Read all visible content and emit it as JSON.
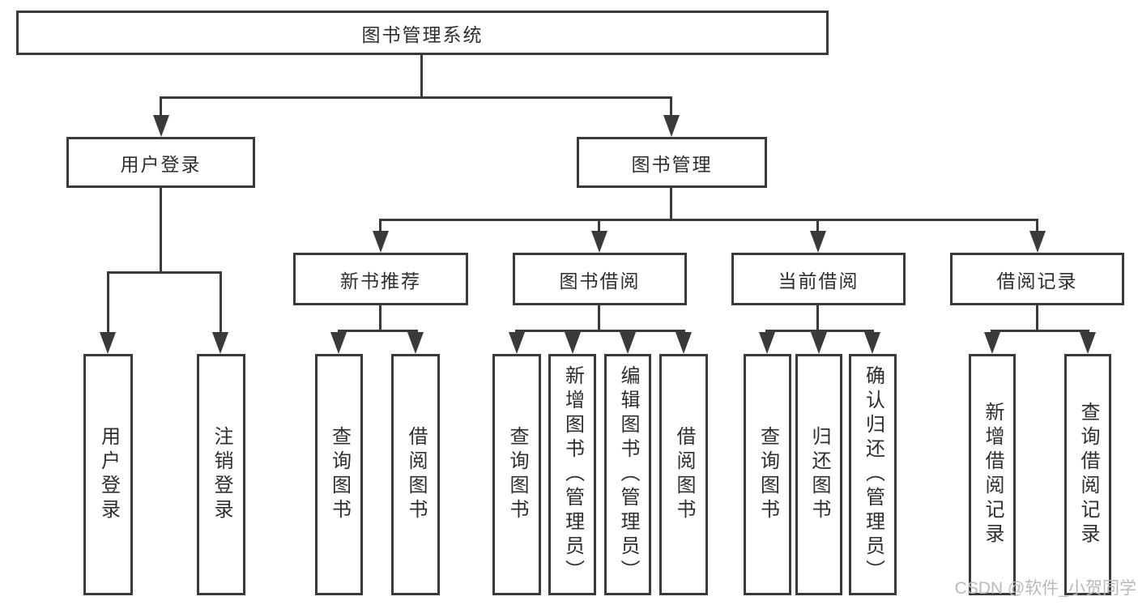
{
  "diagram_title": "图书管理系统",
  "tree": {
    "root": "图书管理系统",
    "level2": [
      {
        "label": "用户登录",
        "leaves": [
          "用户登录",
          "注销登录"
        ]
      },
      {
        "label": "图书管理",
        "groups": [
          {
            "label": "新书推荐",
            "leaves": [
              "查询图书",
              "借阅图书"
            ]
          },
          {
            "label": "图书借阅",
            "leaves": [
              "查询图书",
              "新增图书（管理员）",
              "编辑图书（管理员）",
              "借阅图书"
            ]
          },
          {
            "label": "当前借阅",
            "leaves": [
              "查询图书",
              "归还图书",
              "确认归还（管理员）"
            ]
          },
          {
            "label": "借阅记录",
            "leaves": [
              "新增借阅记录",
              "查询借阅记录"
            ]
          }
        ]
      }
    ]
  },
  "watermark": "CSDN @软件_小贺同学",
  "colors": {
    "line": "#3a3a3a",
    "text": "#2e2e2e",
    "background": "#ffffff",
    "watermark": "#b9b9b9"
  }
}
